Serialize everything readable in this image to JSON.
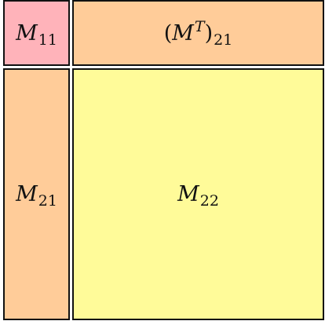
{
  "blocks": {
    "m11": {
      "letter": "M",
      "sub": "11",
      "color": "#ffb3ba"
    },
    "m12": {
      "open": "(",
      "letter": "M",
      "sup": "T",
      "close": ")",
      "sub": "21",
      "color": "#ffcc99"
    },
    "m21": {
      "letter": "M",
      "sub": "21",
      "color": "#ffcc99"
    },
    "m22": {
      "letter": "M",
      "sub": "22",
      "color": "#fffb99"
    }
  }
}
